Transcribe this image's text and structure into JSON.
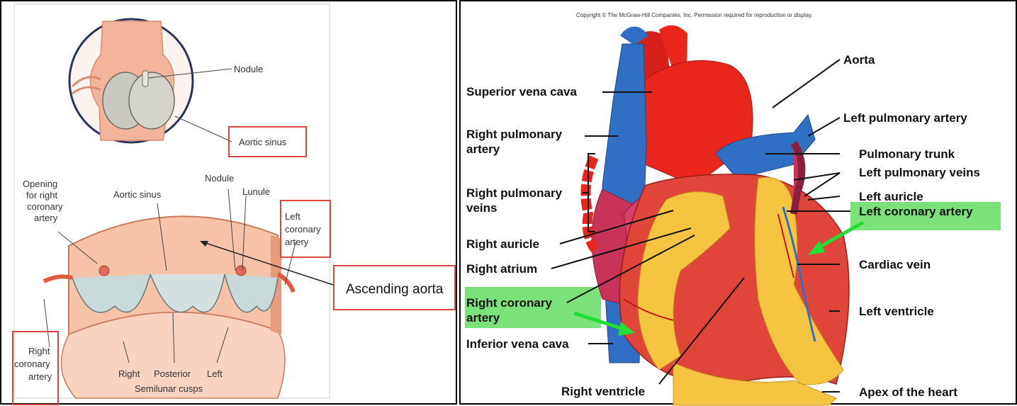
{
  "left": {
    "labels": {
      "nodule_top": "Nodule",
      "aortic_sinus_top": "Aortic sinus",
      "opening_1": "Opening",
      "opening_2": "for right",
      "opening_3": "coronary",
      "opening_4": "artery",
      "aortic_sinus_mid": "Aortic sinus",
      "nodule_mid": "Nodule",
      "lunule": "Lunule",
      "left_coronary_1": "Left",
      "left_coronary_2": "coronary",
      "left_coronary_3": "artery",
      "ascending_aorta": "Ascending aorta",
      "right_coronary_1": "Right",
      "right_coronary_2": "coronary",
      "right_coronary_3": "artery",
      "cusp_right": "Right",
      "cusp_posterior": "Posterior",
      "cusp_left": "Left",
      "semilunar": "Semilunar cusps"
    }
  },
  "right": {
    "copyright": "Copyright © The McGraw-Hill Companies, Inc. Permission required for reproduction or display.",
    "labels": {
      "aorta": "Aorta",
      "superior_vena_cava": "Superior vena cava",
      "left_pulmonary_artery": "Left pulmonary artery",
      "right_pulmonary_artery_1": "Right pulmonary",
      "right_pulmonary_artery_2": "artery",
      "pulmonary_trunk": "Pulmonary trunk",
      "left_pulmonary_veins": "Left pulmonary veins",
      "right_pulmonary_veins_1": "Right pulmonary",
      "right_pulmonary_veins_2": "veins",
      "left_auricle": "Left auricle",
      "left_coronary_artery": "Left coronary artery",
      "right_auricle": "Right auricle",
      "right_atrium": "Right atrium",
      "cardiac_vein": "Cardiac vein",
      "right_coronary_artery_1": "Right coronary",
      "right_coronary_artery_2": "artery",
      "left_ventricle": "Left ventricle",
      "inferior_vena_cava": "Inferior vena cava",
      "right_ventricle": "Right ventricle",
      "apex": "Apex of the heart"
    }
  },
  "colors": {
    "highlight_box": "#d9453f",
    "highlight_green": "#7be27b",
    "arrow_green": "#22dd33",
    "aorta_red": "#e8261c",
    "vein_blue": "#2f6fc4",
    "fat_yellow": "#f5c542"
  }
}
